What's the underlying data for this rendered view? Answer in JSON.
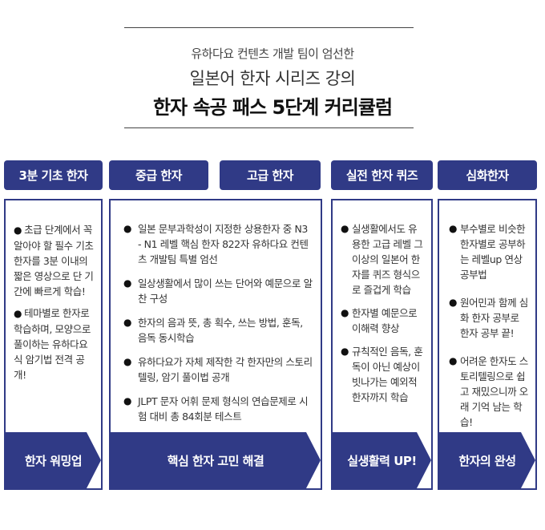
{
  "header": {
    "subtitle1": "유하다요 컨텐츠 개발 팀이 엄선한",
    "subtitle2": "일본어 한자 시리즈 강의",
    "title": "한자 속공 패스 5단계 커리큘럼"
  },
  "tabs": [
    "3분 기초 한자",
    "중급 한자",
    "고급 한자",
    "실전 한자 퀴즈",
    "심화한자"
  ],
  "bullet_glyph": "●",
  "columns": [
    {
      "items": [
        "초급 단계에서 꼭 알아야 할 필수 기초 한자를 3분 이내의 짧은 영상으로 단 기간에 빠르게 학습!",
        "테마별로 한자로 학습하며, 모양으로 풀이하는 유하다요식 암기법 전격 공개!"
      ],
      "footer": "한자 워밍업"
    },
    {
      "items": [
        "일본 문부과학성이 지정한 상용한자 중 N3 - N1 레벨 핵심 한자 822자 유하다요 컨텐츠 개발팀 특별 엄선",
        "일상생활에서 많이 쓰는 단어와 예문으로 알찬 구성",
        "한자의 음과 뜻, 총 획수, 쓰는 방법, 훈독, 음독 동시학습",
        "유하다요가 자체 제작한 각 한자만의 스토리 텔링, 암기 풀이법 공개",
        "JLPT 문자 어휘 문제 형식의 연습문제로 시험 대비 총 84회분 테스트"
      ],
      "footer": "핵심 한자 고민 해결"
    },
    {
      "items": [
        "실생활에서도 유용한 고급 레벨 그 이상의 일본어 한자를 퀴즈 형식으로 즐겁게 학습",
        "한자별 예문으로 이해력 향상",
        "규칙적인 음독, 훈독이 아닌 예상이 빗나가는 예외적 한자까지 학습"
      ],
      "footer": "실생활력 UP!"
    },
    {
      "items": [
        "부수별로 비슷한 한자별로 공부하는 레벨up 연상 공부법",
        "원어민과 함께 심화 한자 공부로 한자 공부 끝!",
        "어려운 한자도 스토리텔링으로 쉽고 재밌으니까 오래 기억 남는 학습!"
      ],
      "footer": "한자의 완성"
    }
  ],
  "colors": {
    "accent": "#303a86",
    "text": "#333333",
    "background": "#ffffff"
  }
}
